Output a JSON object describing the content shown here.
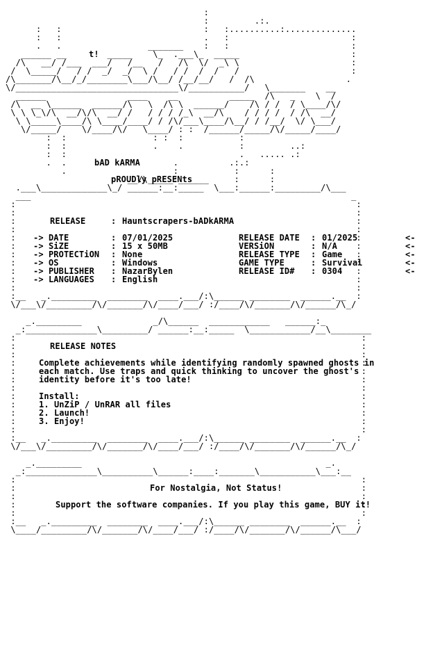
{
  "group": {
    "name": "bAD kARMA",
    "presents": "pROUDly pRESENts",
    "tag": "t!"
  },
  "release_box": {
    "title_label": "RELEASE",
    "title_value": "Hauntscrapers-bADkARMA",
    "left_fields": [
      {
        "label": "-> DATE",
        "value": "07/01/2025"
      },
      {
        "label": "-> SiZE",
        "value": "15 x 50MB"
      },
      {
        "label": "-> PROTECTiON",
        "value": "None"
      },
      {
        "label": "-> OS",
        "value": "Windows"
      },
      {
        "label": "-> PUBLISHER",
        "value": "NazarBylen"
      },
      {
        "label": "-> LANGUAGES",
        "value": "English"
      }
    ],
    "right_fields": [
      {
        "label": "RELEASE DATE",
        "value": "01/2025",
        "arrow": "<-"
      },
      {
        "label": "VERSiON",
        "value": "N/A",
        "arrow": "<-"
      },
      {
        "label": "RELEASE TYPE",
        "value": "Game",
        "arrow": "<-"
      },
      {
        "label": "GAME TYPE",
        "value": "Survival",
        "arrow": "<-"
      },
      {
        "label": "RELEASE ID#",
        "value": "0304",
        "arrow": "<-"
      }
    ]
  },
  "notes_box": {
    "title": "RELEASE NOTES",
    "description": [
      "Complete achievements while identifying randomly spawned ghosts in",
      "each match. Use traps and quick thinking to uncover the ghost's",
      "identity before it's too late!"
    ],
    "install_title": "Install:",
    "install_steps": [
      "1. UnZiP / UnRAR all files",
      "2. Launch!",
      "3. Enjoy!"
    ]
  },
  "footer_box": {
    "motto": "For Nostalgia, Not Status!",
    "support": "Support the software companies. If you play this game, BUY it!"
  }
}
